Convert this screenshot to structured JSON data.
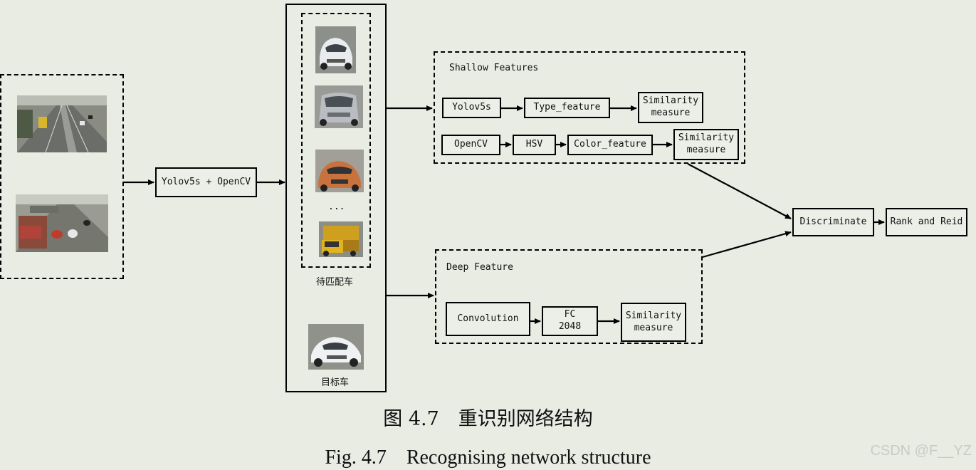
{
  "input": {
    "detector_label": "Yolov5s + OpenCV"
  },
  "candidates": {
    "ellipsis": "...",
    "group_label": "待匹配车",
    "target_label": "目标车"
  },
  "shallow": {
    "title": "Shallow Features",
    "row1": [
      "Yolov5s",
      "Type_feature",
      "Similarity\nmeasure"
    ],
    "row2": [
      "OpenCV",
      "HSV",
      "Color_feature",
      "Similarity\nmeasure"
    ]
  },
  "deep": {
    "title": "Deep Feature",
    "boxes": [
      "Convolution",
      "FC\n2048",
      "Similarity\nmeasure"
    ]
  },
  "output": {
    "discriminate": "Discriminate",
    "rank": "Rank and Reid"
  },
  "caption": {
    "zh": "图 4.7　重识别网络结构",
    "en": "Fig. 4.7　Recognising network structure"
  },
  "watermark": "CSDN @F__YZ",
  "icons": [
    "road-scene-image",
    "car-image",
    "truck-image",
    "arrow-icon"
  ]
}
